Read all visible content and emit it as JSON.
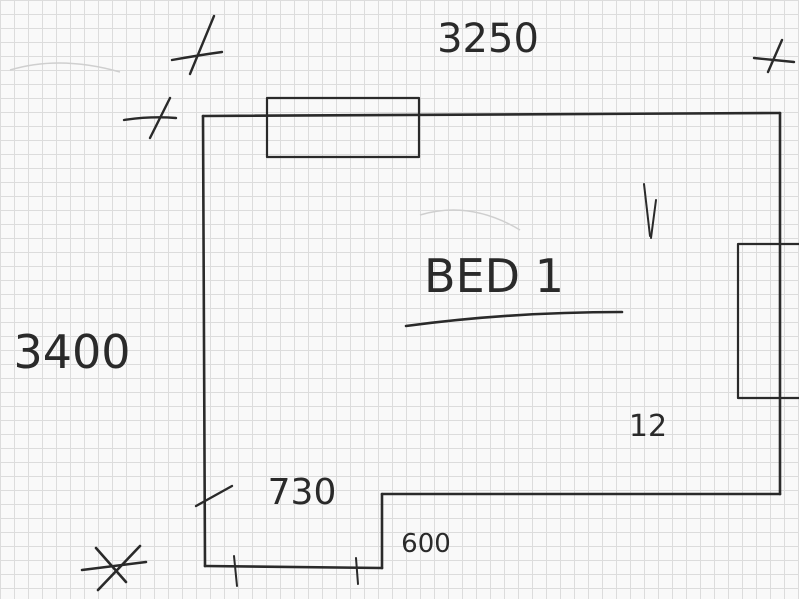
{
  "room_name": "BED 1",
  "dimensions": {
    "top_width": "3250",
    "left_height": "3400",
    "door_width": "730",
    "step_depth": "600"
  },
  "right_label": "12",
  "direction_arrow": "arrow-down-icon",
  "ink_color": "#2a2a2a",
  "paper_color": "#f9f9f9"
}
